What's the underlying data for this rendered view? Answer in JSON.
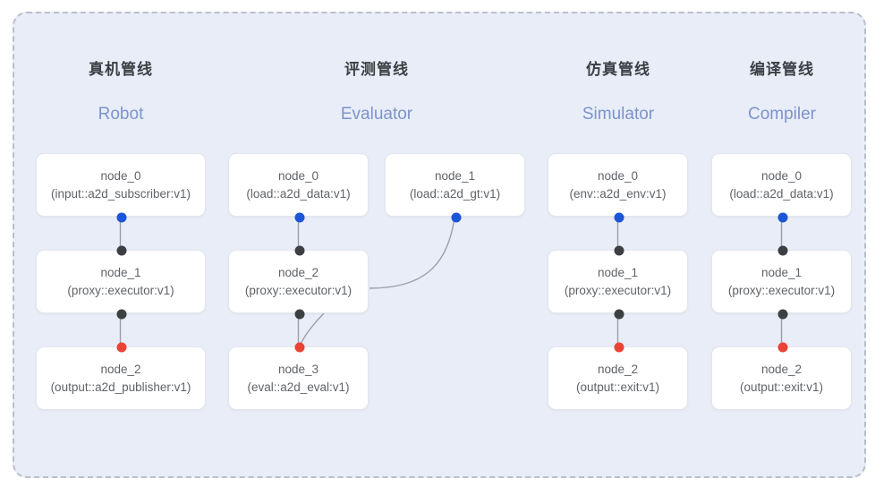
{
  "diagram": {
    "background_color": "#e8edf8",
    "frame_border_color": "#b9bfcb",
    "port_colors": {
      "source_blue": "#1a56d6",
      "sink_red": "#ea4335",
      "link": "#3c4043"
    },
    "columns": [
      {
        "id": "robot",
        "title_cn": "真机管线",
        "title_en": "Robot",
        "nodes": [
          {
            "name": "node_0",
            "type": "(input::a2d_subscriber:v1)"
          },
          {
            "name": "node_1",
            "type": "(proxy::executor:v1)"
          },
          {
            "name": "node_2",
            "type": "(output::a2d_publisher:v1)"
          }
        ]
      },
      {
        "id": "evaluator",
        "title_cn": "评测管线",
        "title_en": "Evaluator",
        "nodes": [
          {
            "name": "node_0",
            "type": "(load::a2d_data:v1)"
          },
          {
            "name": "node_1",
            "type": "(load::a2d_gt:v1)"
          },
          {
            "name": "node_2",
            "type": "(proxy::executor:v1)"
          },
          {
            "name": "node_3",
            "type": "(eval::a2d_eval:v1)"
          }
        ]
      },
      {
        "id": "simulator",
        "title_cn": "仿真管线",
        "title_en": "Simulator",
        "nodes": [
          {
            "name": "node_0",
            "type": "(env::a2d_env:v1)"
          },
          {
            "name": "node_1",
            "type": "(proxy::executor:v1)"
          },
          {
            "name": "node_2",
            "type": "(output::exit:v1)"
          }
        ]
      },
      {
        "id": "compiler",
        "title_cn": "编译管线",
        "title_en": "Compiler",
        "nodes": [
          {
            "name": "node_0",
            "type": "(load::a2d_data:v1)"
          },
          {
            "name": "node_1",
            "type": "(proxy::executor:v1)"
          },
          {
            "name": "node_2",
            "type": "(output::exit:v1)"
          }
        ]
      }
    ]
  }
}
